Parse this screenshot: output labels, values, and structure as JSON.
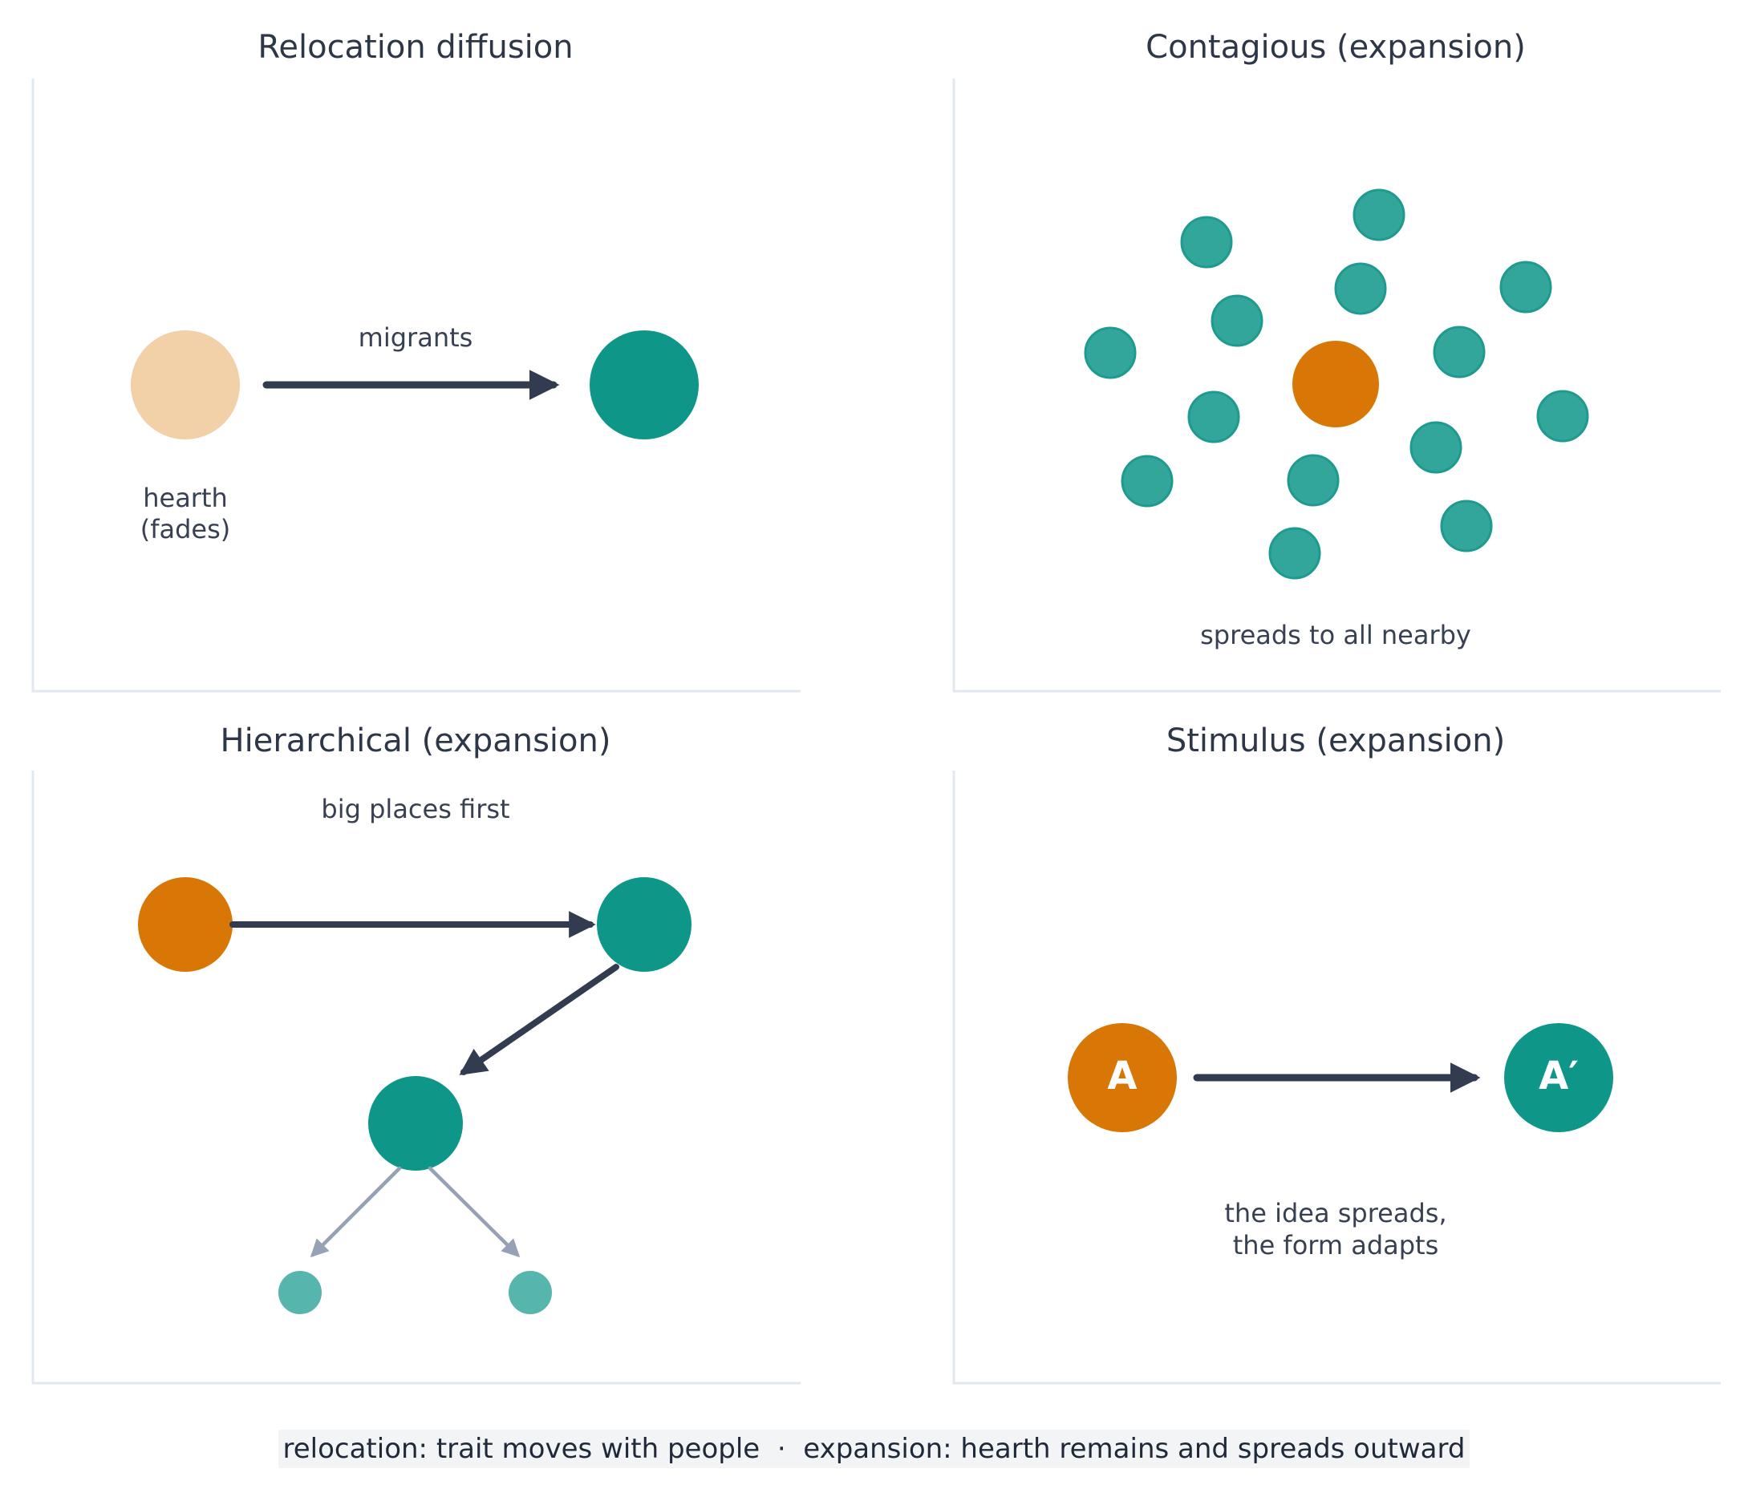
{
  "colors": {
    "title_text": "#2d3748",
    "label_text": "#374151",
    "arrow_dark": "#323b4f",
    "arrow_light": "#96a1b6",
    "teal": "#0e9688",
    "teal_soft": "#33a69b",
    "teal_pale": "#56b5ac",
    "orange": "#d97706",
    "hearth_faded": "#f2d1a8",
    "frame": "#e2e8f0"
  },
  "panels": {
    "relocation": {
      "title": "Relocation diffusion",
      "arrow_label": "migrants",
      "hearth_label_line1": "hearth",
      "hearth_label_line2": "(fades)"
    },
    "contagious": {
      "title": "Contagious (expansion)",
      "caption": "spreads to all nearby"
    },
    "hierarchical": {
      "title": "Hierarchical (expansion)",
      "caption": "big places first"
    },
    "stimulus": {
      "title": "Stimulus (expansion)",
      "source_letter": "A",
      "target_letter": "A′",
      "caption_line1": "the idea spreads,",
      "caption_line2": "the form adapts"
    }
  },
  "footer": "relocation: trait moves with people  ·  expansion: hearth remains and spreads outward"
}
